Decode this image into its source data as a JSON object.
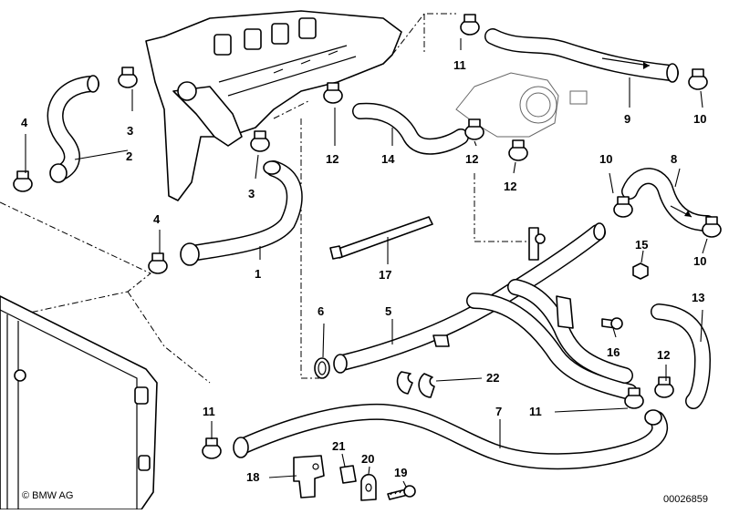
{
  "diagram": {
    "callouts": {
      "c1": "1",
      "c2": "2",
      "c3a": "3",
      "c3b": "3",
      "c4a": "4",
      "c4b": "4",
      "c5": "5",
      "c6": "6",
      "c7": "7",
      "c8": "8",
      "c9": "9",
      "c10a": "10",
      "c10b": "10",
      "c10c": "10",
      "c11a": "11",
      "c11b": "11",
      "c11c": "11",
      "c12a": "12",
      "c12b": "12",
      "c12c": "12",
      "c12d": "12",
      "c13": "13",
      "c14": "14",
      "c15": "15",
      "c16": "16",
      "c17": "17",
      "c18": "18",
      "c19": "19",
      "c20": "20",
      "c21": "21",
      "c22": "22"
    },
    "copyright": "© BMW AG",
    "drawing_number": "00026859"
  }
}
